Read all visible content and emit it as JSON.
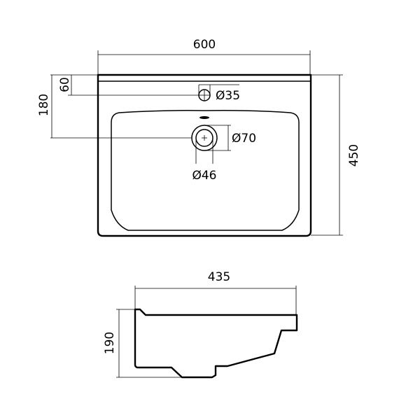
{
  "top_view": {
    "width_label": "600",
    "depth_label": "450",
    "tap_offset_label": "60",
    "drain_offset_label": "180",
    "tap_hole_label": "Ø35",
    "drain_outer_label": "Ø70",
    "drain_inner_label": "Ø46"
  },
  "side_view": {
    "depth_label": "435",
    "height_label": "190"
  }
}
